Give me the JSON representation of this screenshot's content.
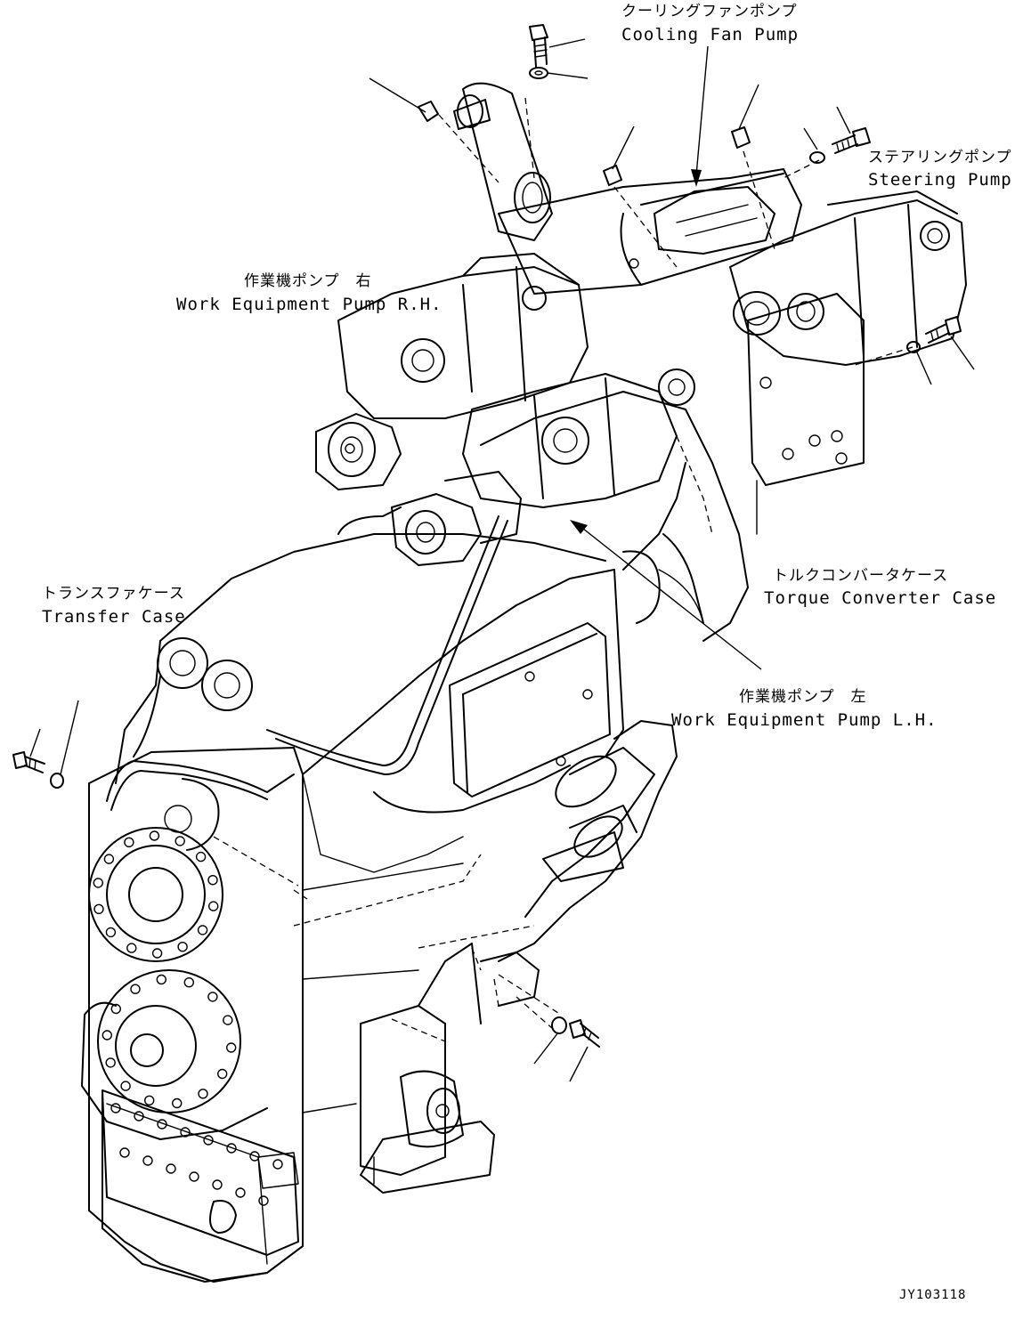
{
  "callouts": {
    "cooling_fan_pump": {
      "ja": "クーリングファンポンプ",
      "en": "Cooling Fan Pump"
    },
    "steering_pump": {
      "ja": "ステアリングポンプ",
      "en": "Steering Pump"
    },
    "work_equipment_pump_rh": {
      "ja": "作業機ポンプ　右",
      "en": "Work Equipment Pump R.H."
    },
    "torque_converter_case": {
      "ja": "トルクコンバータケース",
      "en": "Torque Converter Case"
    },
    "transfer_case": {
      "ja": "トランスファケース",
      "en": "Transfer Case"
    },
    "work_equipment_pump_lh": {
      "ja": "作業機ポンプ　左",
      "en": "Work Equipment Pump L.H."
    }
  },
  "figure_ref": "JY103118"
}
